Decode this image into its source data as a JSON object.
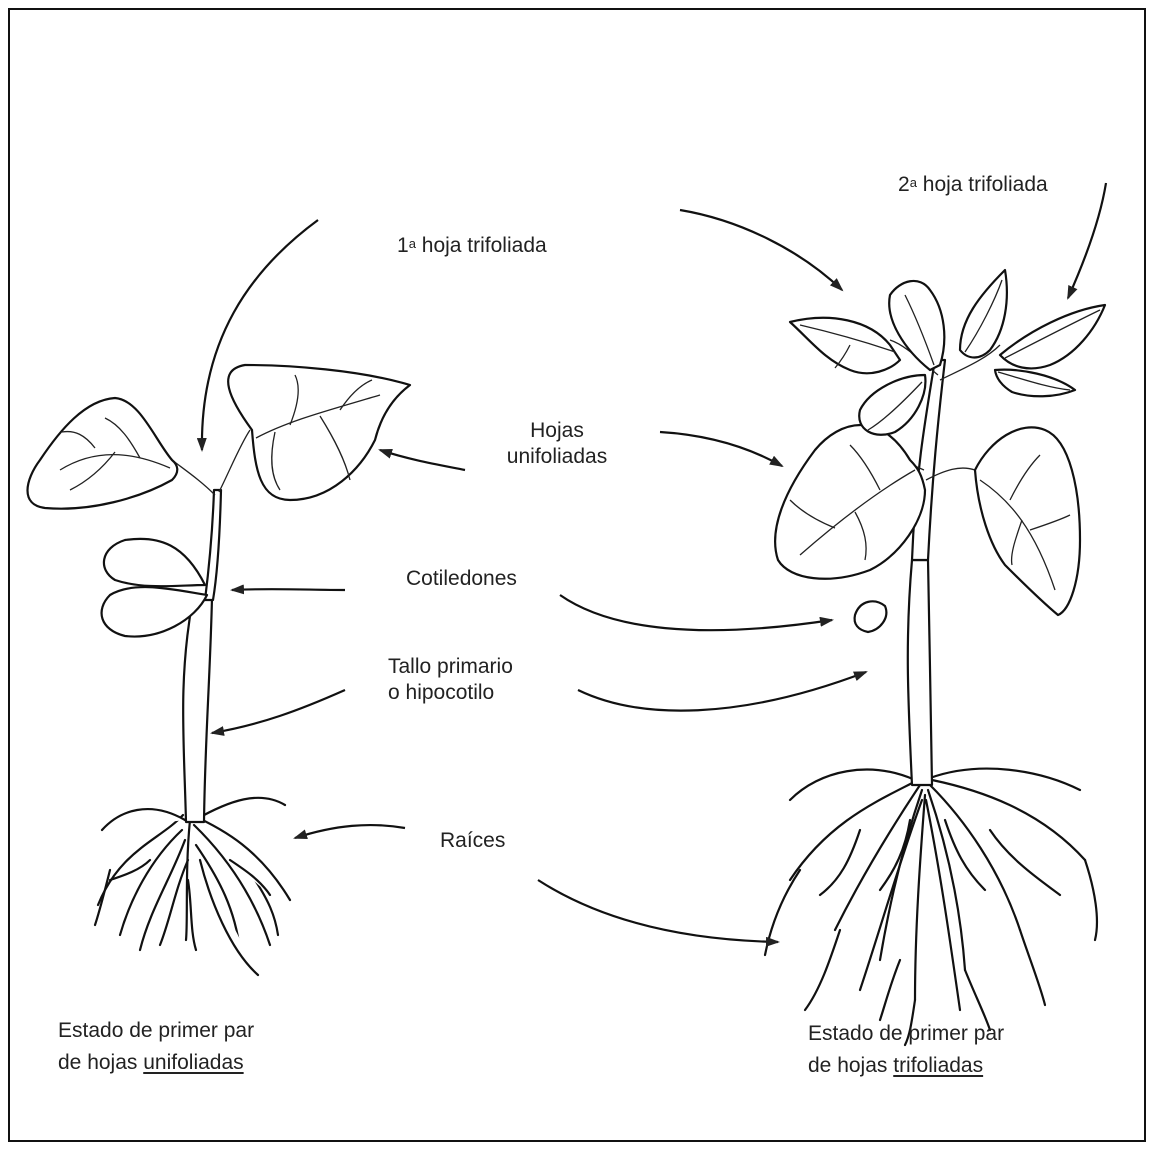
{
  "labels": {
    "trifoliate_2_prefix": "2",
    "trifoliate_2_sup": "a",
    "trifoliate_2_text": "hoja trifoliada",
    "trifoliate_1_prefix": "1",
    "trifoliate_1_sup": "a",
    "trifoliate_1_text": "hoja trifoliada",
    "unifoliate_line1": "Hojas",
    "unifoliate_line2": "unifoliadas",
    "cotyledons": "Cotiledones",
    "stem_line1": "Tallo primario",
    "stem_line2": "o hipocotilo",
    "roots": "Raíces"
  },
  "captions": {
    "left_line1": "Estado de primer par",
    "left_line2_prefix": "de hojas ",
    "left_line2_underlined": "unifoliadas",
    "right_line1": "Estado de primer par",
    "right_line2_prefix": "de hojas ",
    "right_line2_underlined": "trifoliadas"
  }
}
